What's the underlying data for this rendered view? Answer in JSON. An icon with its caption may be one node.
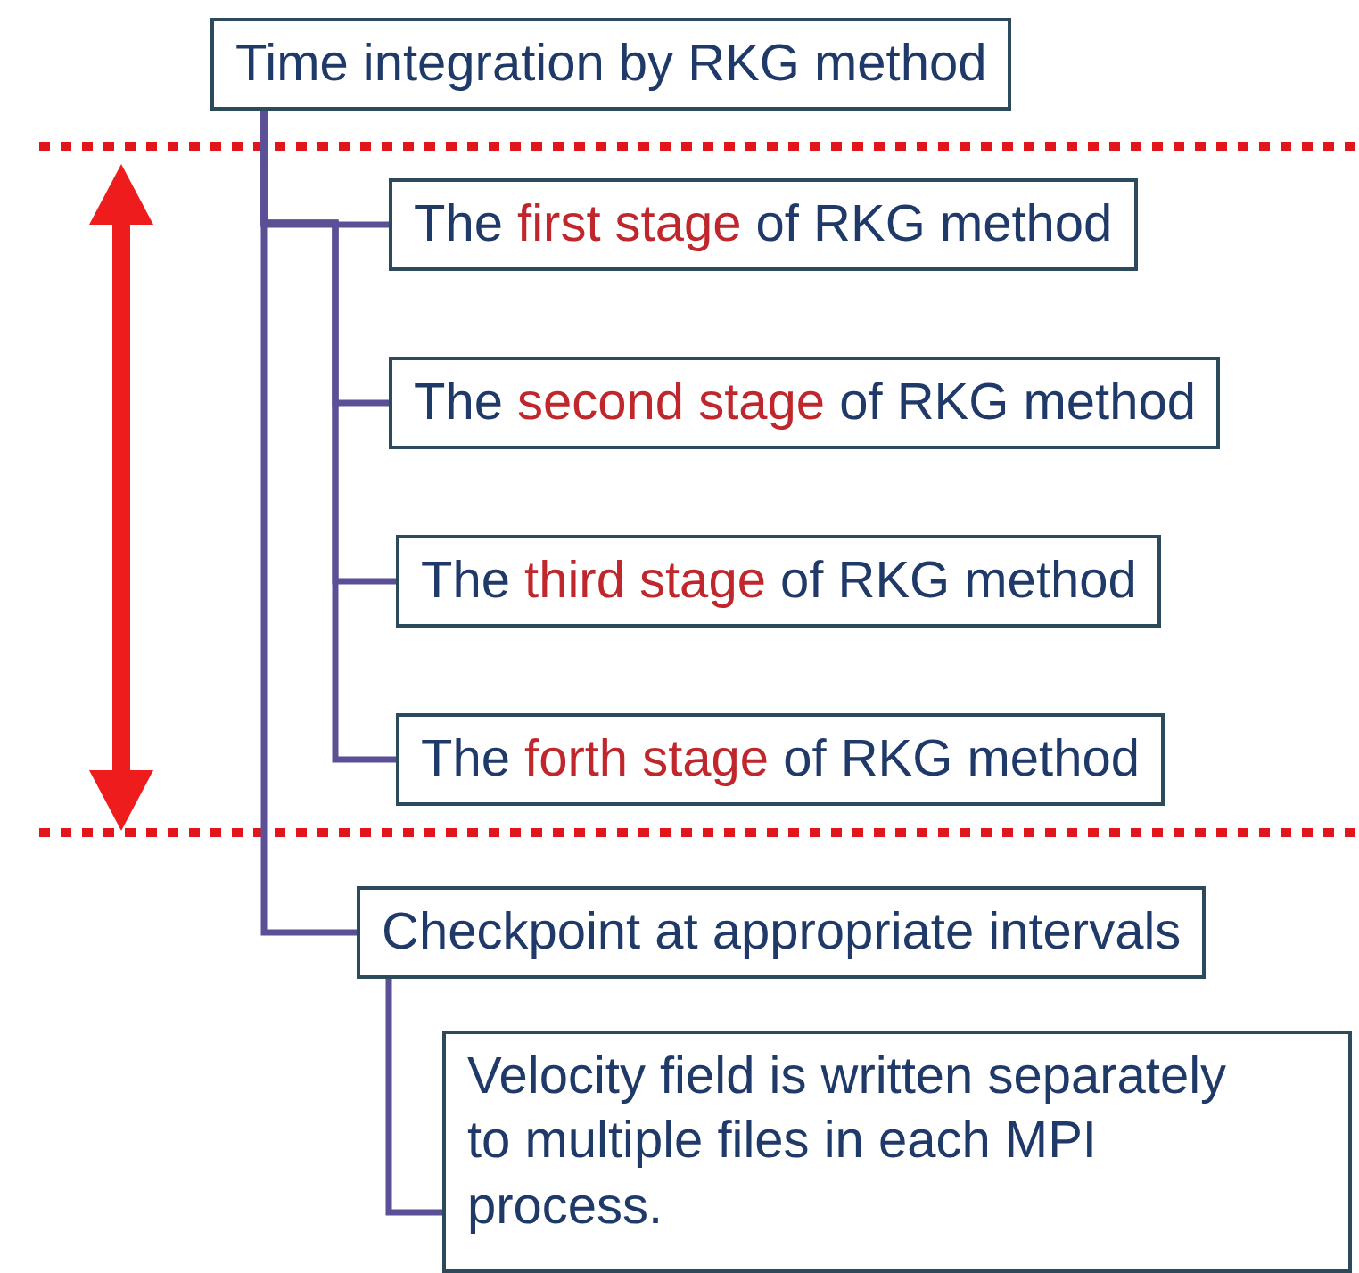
{
  "diagram": {
    "nodes": [
      {
        "text": [
          "Time integration by RKG method"
        ]
      },
      {
        "text": [
          "The *first stage* of RKG method"
        ]
      },
      {
        "text": [
          "The *second stage* of RKG method"
        ]
      },
      {
        "text": [
          "The *third stage* of RKG method"
        ]
      },
      {
        "text": [
          "The *forth stage* of RKG method"
        ]
      },
      {
        "text": [
          "Checkpoint at appropriate intervals"
        ]
      },
      {
        "text": [
          "Velocity field is written separately to multiple files in each MPI process."
        ]
      }
    ],
    "edges": [
      {
        "from": 0,
        "to": 1,
        "arrow": "none"
      },
      {
        "from": 0,
        "to": 2,
        "arrow": "none"
      },
      {
        "from": 0,
        "to": 3,
        "arrow": "none"
      },
      {
        "from": 0,
        "to": 4,
        "arrow": "none"
      },
      {
        "from": 0,
        "to": 5,
        "arrow": "none"
      },
      {
        "from": 5,
        "to": 6,
        "arrow": "none"
      }
    ]
  }
}
